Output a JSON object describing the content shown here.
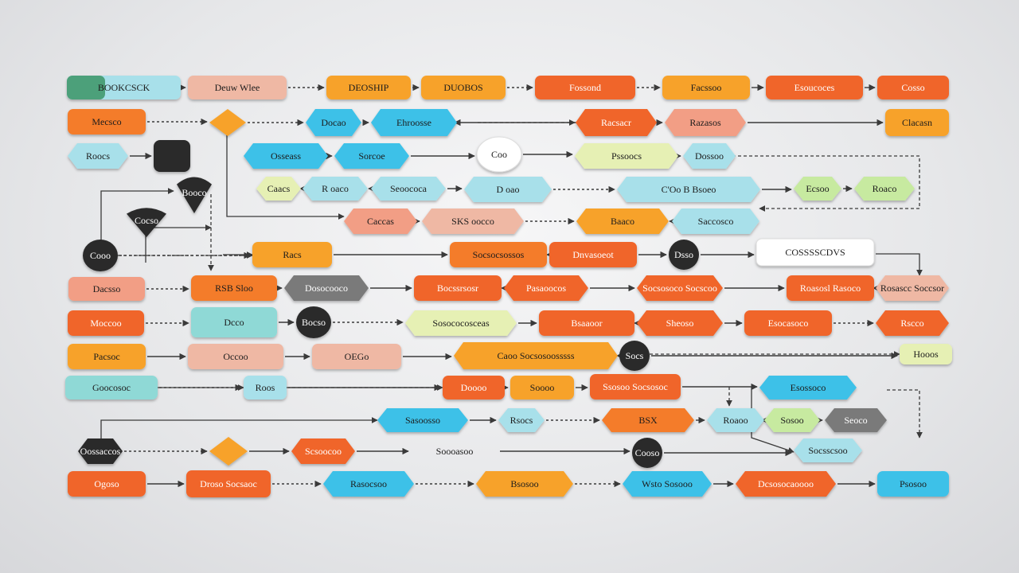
{
  "palette": {
    "orange": "#f47b2a",
    "red_orange": "#f0652c",
    "amber": "#f7a229",
    "cyan": "#3cc1e8",
    "light_cyan": "#a8e0ea",
    "teal": "#8fd9d6",
    "salmon": "#f29e85",
    "peach": "#efb8a4",
    "pale_yellow": "#e6f0b4",
    "lime": "#c7eaa0",
    "dark": "#2a2a2a",
    "gray": "#7a7a7a",
    "green": "#4ca07a",
    "white": "#ffffff",
    "edge": "#3a3a3a"
  },
  "nodes": [
    {
      "id": "n1",
      "label": "BOOKCSCK",
      "shape": "rect",
      "fill": "light_cyan"
    },
    {
      "id": "n2",
      "label": "Deuw Wlee",
      "shape": "rect",
      "fill": "peach"
    },
    {
      "id": "n3",
      "label": "DEOSHIP",
      "shape": "rect",
      "fill": "amber"
    },
    {
      "id": "n4",
      "label": "DUOBOS",
      "shape": "rect",
      "fill": "amber"
    },
    {
      "id": "n5",
      "label": "Fossond",
      "shape": "rect",
      "fill": "red_orange"
    },
    {
      "id": "n6",
      "label": "Facssoo",
      "shape": "rect",
      "fill": "amber"
    },
    {
      "id": "n7",
      "label": "Esoucoces",
      "shape": "rect",
      "fill": "red_orange"
    },
    {
      "id": "n8",
      "label": "Cosso",
      "shape": "rect",
      "fill": "red_orange"
    },
    {
      "id": "n9",
      "label": "Mecsco",
      "shape": "rect",
      "fill": "orange"
    },
    {
      "id": "n10",
      "label": "",
      "shape": "diamond",
      "fill": "amber"
    },
    {
      "id": "n11",
      "label": "Docao",
      "shape": "hex",
      "fill": "cyan"
    },
    {
      "id": "n12",
      "label": "Ehroosse",
      "shape": "hex",
      "fill": "cyan"
    },
    {
      "id": "n13",
      "label": "Racsacr",
      "shape": "hex",
      "fill": "red_orange"
    },
    {
      "id": "n14",
      "label": "Razasos",
      "shape": "hex",
      "fill": "salmon"
    },
    {
      "id": "n15",
      "label": "Clacasn",
      "shape": "rect",
      "fill": "amber"
    },
    {
      "id": "n16",
      "label": "Roocs",
      "shape": "hex",
      "fill": "light_cyan"
    },
    {
      "id": "n17",
      "label": "",
      "shape": "square",
      "fill": "dark"
    },
    {
      "id": "n18",
      "label": "Osseass",
      "shape": "hex",
      "fill": "cyan"
    },
    {
      "id": "n19",
      "label": "Sorcoe",
      "shape": "hex",
      "fill": "cyan"
    },
    {
      "id": "n20",
      "label": "Coo",
      "shape": "circle",
      "fill": "white"
    },
    {
      "id": "n21",
      "label": "Pssoocs",
      "shape": "hex",
      "fill": "pale_yellow"
    },
    {
      "id": "n22",
      "label": "Dossoo",
      "shape": "hex",
      "fill": "light_cyan"
    },
    {
      "id": "n23",
      "label": "Booco",
      "shape": "shield",
      "fill": "dark"
    },
    {
      "id": "n24",
      "label": "Caacs",
      "shape": "hex",
      "fill": "pale_yellow"
    },
    {
      "id": "n25",
      "label": "R oaco",
      "shape": "hex",
      "fill": "light_cyan"
    },
    {
      "id": "n26",
      "label": "Seoococa",
      "shape": "hex",
      "fill": "light_cyan"
    },
    {
      "id": "n27",
      "label": "D oao",
      "shape": "hex",
      "fill": "light_cyan"
    },
    {
      "id": "n28",
      "label": "C'Oo B Bsoeo",
      "shape": "hex",
      "fill": "light_cyan"
    },
    {
      "id": "n29",
      "label": "Ecsoo",
      "shape": "hex",
      "fill": "lime"
    },
    {
      "id": "n30",
      "label": "Roaco",
      "shape": "hex",
      "fill": "lime"
    },
    {
      "id": "n31",
      "label": "Cocso",
      "shape": "shield",
      "fill": "dark"
    },
    {
      "id": "n32",
      "label": "Caccas",
      "shape": "hex",
      "fill": "salmon"
    },
    {
      "id": "n33",
      "label": "SKS oocco",
      "shape": "hex",
      "fill": "peach"
    },
    {
      "id": "n34",
      "label": "Baaco",
      "shape": "hex",
      "fill": "amber"
    },
    {
      "id": "n35",
      "label": "Saccosco",
      "shape": "hex",
      "fill": "light_cyan"
    },
    {
      "id": "n36",
      "label": "Cooo",
      "shape": "circle",
      "fill": "dark"
    },
    {
      "id": "n37",
      "label": "Racs",
      "shape": "rect",
      "fill": "amber"
    },
    {
      "id": "n38",
      "label": "Socsocsossos",
      "shape": "rect",
      "fill": "orange"
    },
    {
      "id": "n39",
      "label": "Dnvasoeot",
      "shape": "rect",
      "fill": "red_orange"
    },
    {
      "id": "n40",
      "label": "Dsso",
      "shape": "circle",
      "fill": "dark"
    },
    {
      "id": "n41",
      "label": "COSSSSCDVS",
      "shape": "rect",
      "fill": "white"
    },
    {
      "id": "n42",
      "label": "Dacsso",
      "shape": "rect",
      "fill": "salmon"
    },
    {
      "id": "n43",
      "label": "RSB Sloo",
      "shape": "rect",
      "fill": "orange"
    },
    {
      "id": "n44",
      "label": "Dosocooco",
      "shape": "hex",
      "fill": "gray"
    },
    {
      "id": "n45",
      "label": "Bocssrsosr",
      "shape": "rect",
      "fill": "red_orange"
    },
    {
      "id": "n46",
      "label": "Pasaoocos",
      "shape": "hex",
      "fill": "red_orange"
    },
    {
      "id": "n47",
      "label": "Socsosoco Socscoo",
      "shape": "hex",
      "fill": "red_orange"
    },
    {
      "id": "n48",
      "label": "Roasosl Rasoco",
      "shape": "rect",
      "fill": "red_orange"
    },
    {
      "id": "n49",
      "label": "Rosascc Soccsor",
      "shape": "hex",
      "fill": "peach"
    },
    {
      "id": "n50",
      "label": "Moccoo",
      "shape": "rect",
      "fill": "red_orange"
    },
    {
      "id": "n51",
      "label": "Dcco",
      "shape": "rect",
      "fill": "teal"
    },
    {
      "id": "n52",
      "label": "Bocso",
      "shape": "circle",
      "fill": "dark"
    },
    {
      "id": "n53",
      "label": "Sosococosceas",
      "shape": "hex",
      "fill": "pale_yellow"
    },
    {
      "id": "n54",
      "label": "Bsaaoor",
      "shape": "rect",
      "fill": "red_orange"
    },
    {
      "id": "n55",
      "label": "Sheoso",
      "shape": "hex",
      "fill": "red_orange"
    },
    {
      "id": "n56",
      "label": "Esocasoco",
      "shape": "rect",
      "fill": "red_orange"
    },
    {
      "id": "n57",
      "label": "Rscco",
      "shape": "hex",
      "fill": "red_orange"
    },
    {
      "id": "n58",
      "label": "Pacsoc",
      "shape": "rect",
      "fill": "amber"
    },
    {
      "id": "n59",
      "label": "Occoo",
      "shape": "rect",
      "fill": "peach"
    },
    {
      "id": "n60",
      "label": "OEGo",
      "shape": "rect",
      "fill": "peach"
    },
    {
      "id": "n61",
      "label": "Caoo Socsosoosssss",
      "shape": "hex",
      "fill": "amber"
    },
    {
      "id": "n62",
      "label": "Socs",
      "shape": "circle",
      "fill": "dark"
    },
    {
      "id": "n63",
      "label": "Hooos",
      "shape": "rect",
      "fill": "pale_yellow"
    },
    {
      "id": "n64",
      "label": "Goocosoc",
      "shape": "rect",
      "fill": "teal"
    },
    {
      "id": "n65",
      "label": "Roos",
      "shape": "rect",
      "fill": "light_cyan"
    },
    {
      "id": "n66",
      "label": "Doooo",
      "shape": "rect",
      "fill": "red_orange"
    },
    {
      "id": "n67",
      "label": "Soooo",
      "shape": "rect",
      "fill": "amber"
    },
    {
      "id": "n68",
      "label": "Ssosoo Socsosoc",
      "shape": "rect",
      "fill": "red_orange"
    },
    {
      "id": "n69",
      "label": "Esossoco",
      "shape": "hex",
      "fill": "cyan"
    },
    {
      "id": "n70",
      "label": "Sasoosso",
      "shape": "hex",
      "fill": "cyan"
    },
    {
      "id": "n71",
      "label": "Rsocs",
      "shape": "hex",
      "fill": "light_cyan"
    },
    {
      "id": "n72",
      "label": "BSX",
      "shape": "hex",
      "fill": "orange"
    },
    {
      "id": "n73",
      "label": "Roaoo",
      "shape": "hex",
      "fill": "light_cyan"
    },
    {
      "id": "n74",
      "label": "Sosoo",
      "shape": "hex",
      "fill": "lime"
    },
    {
      "id": "n75",
      "label": "Seoco",
      "shape": "hex",
      "fill": "gray"
    },
    {
      "id": "n76",
      "label": "Oossaccos",
      "shape": "hex",
      "fill": "dark"
    },
    {
      "id": "n77",
      "label": "",
      "shape": "diamond",
      "fill": "amber"
    },
    {
      "id": "n78",
      "label": "Scsoocoo",
      "shape": "hex",
      "fill": "red_orange"
    },
    {
      "id": "n79",
      "label": "Soooasoo",
      "shape": "text",
      "fill": "none"
    },
    {
      "id": "n80",
      "label": "Cooso",
      "shape": "circle",
      "fill": "dark"
    },
    {
      "id": "n81",
      "label": "Socsscsoo",
      "shape": "hex",
      "fill": "light_cyan"
    },
    {
      "id": "n82",
      "label": "Ogoso",
      "shape": "rect",
      "fill": "red_orange"
    },
    {
      "id": "n83",
      "label": "Droso Socsaoc",
      "shape": "rect",
      "fill": "red_orange"
    },
    {
      "id": "n84",
      "label": "Rasocsoo",
      "shape": "hex",
      "fill": "cyan"
    },
    {
      "id": "n85",
      "label": "Bsosoo",
      "shape": "hex",
      "fill": "amber"
    },
    {
      "id": "n86",
      "label": "Wsto Sosooo",
      "shape": "hex",
      "fill": "cyan"
    },
    {
      "id": "n87",
      "label": "Dcsosocaoooo",
      "shape": "hex",
      "fill": "red_orange"
    },
    {
      "id": "n88",
      "label": "Psosoo",
      "shape": "rect",
      "fill": "cyan"
    }
  ],
  "edges": [
    {
      "from": "n1",
      "to": "n2",
      "style": "solid"
    },
    {
      "from": "n2",
      "to": "n3",
      "style": "dashed"
    },
    {
      "from": "n3",
      "to": "n4",
      "style": "solid"
    },
    {
      "from": "n4",
      "to": "n5",
      "style": "dashed"
    },
    {
      "from": "n5",
      "to": "n6",
      "style": "dashed"
    },
    {
      "from": "n6",
      "to": "n7",
      "style": "solid"
    },
    {
      "from": "n7",
      "to": "n8",
      "style": "solid"
    },
    {
      "from": "n9",
      "to": "n10",
      "style": "dashed"
    },
    {
      "from": "n10",
      "to": "n11",
      "style": "dashed"
    },
    {
      "from": "n11",
      "to": "n12",
      "style": "solid"
    },
    {
      "from": "n13",
      "to": "n12",
      "style": "solid"
    },
    {
      "from": "n13",
      "to": "n14",
      "style": "solid"
    },
    {
      "from": "n14",
      "to": "n15",
      "style": "solid"
    },
    {
      "from": "n16",
      "to": "n17",
      "style": "solid"
    },
    {
      "from": "n18",
      "to": "n19",
      "style": "solid"
    },
    {
      "from": "n19",
      "to": "n20",
      "style": "solid"
    },
    {
      "from": "n20",
      "to": "n21",
      "style": "solid"
    },
    {
      "from": "n21",
      "to": "n22",
      "style": "solid"
    },
    {
      "from": "n24",
      "to": "n25",
      "style": "solid"
    },
    {
      "from": "n25",
      "to": "n26",
      "style": "dashed"
    },
    {
      "from": "n26",
      "to": "n27",
      "style": "solid"
    },
    {
      "from": "n27",
      "to": "n28",
      "style": "dashed"
    },
    {
      "from": "n28",
      "to": "n29",
      "style": "solid"
    },
    {
      "from": "n29",
      "to": "n30",
      "style": "solid"
    },
    {
      "from": "n32",
      "to": "n33",
      "style": "solid"
    },
    {
      "from": "n33",
      "to": "n34",
      "style": "dashed"
    },
    {
      "from": "n34",
      "to": "n35",
      "style": "solid"
    },
    {
      "from": "n36",
      "to": "n37",
      "style": "dashed"
    },
    {
      "from": "n37",
      "to": "n38",
      "style": "solid"
    },
    {
      "from": "n38",
      "to": "n39",
      "style": "solid"
    },
    {
      "from": "n39",
      "to": "n40",
      "style": "solid"
    },
    {
      "from": "n40",
      "to": "n41",
      "style": "solid"
    },
    {
      "from": "n42",
      "to": "n43",
      "style": "dashed"
    },
    {
      "from": "n43",
      "to": "n44",
      "style": "solid"
    },
    {
      "from": "n44",
      "to": "n45",
      "style": "solid"
    },
    {
      "from": "n45",
      "to": "n46",
      "style": "solid"
    },
    {
      "from": "n46",
      "to": "n47",
      "style": "solid"
    },
    {
      "from": "n47",
      "to": "n48",
      "style": "solid"
    },
    {
      "from": "n48",
      "to": "n49",
      "style": "solid"
    },
    {
      "from": "n50",
      "to": "n51",
      "style": "dashed"
    },
    {
      "from": "n51",
      "to": "n52",
      "style": "solid"
    },
    {
      "from": "n52",
      "to": "n53",
      "style": "dashed"
    },
    {
      "from": "n53",
      "to": "n54",
      "style": "solid"
    },
    {
      "from": "n54",
      "to": "n55",
      "style": "solid"
    },
    {
      "from": "n55",
      "to": "n56",
      "style": "solid"
    },
    {
      "from": "n56",
      "to": "n57",
      "style": "dashed"
    },
    {
      "from": "n58",
      "to": "n59",
      "style": "solid"
    },
    {
      "from": "n59",
      "to": "n60",
      "style": "solid"
    },
    {
      "from": "n60",
      "to": "n61",
      "style": "solid"
    },
    {
      "from": "n61",
      "to": "n62",
      "style": "solid"
    },
    {
      "from": "n62",
      "to": "n63",
      "style": "solid"
    },
    {
      "from": "n64",
      "to": "n65",
      "style": "dashed"
    },
    {
      "from": "n65",
      "to": "n66",
      "style": "solid"
    },
    {
      "from": "n66",
      "to": "n67",
      "style": "solid"
    },
    {
      "from": "n67",
      "to": "n68",
      "style": "solid"
    },
    {
      "from": "n68",
      "to": "n69",
      "style": "solid"
    },
    {
      "from": "n70",
      "to": "n71",
      "style": "solid"
    },
    {
      "from": "n71",
      "to": "n72",
      "style": "dashed"
    },
    {
      "from": "n72",
      "to": "n73",
      "style": "solid"
    },
    {
      "from": "n73",
      "to": "n74",
      "style": "solid"
    },
    {
      "from": "n74",
      "to": "n75",
      "style": "solid"
    },
    {
      "from": "n76",
      "to": "n77",
      "style": "dashed"
    },
    {
      "from": "n77",
      "to": "n78",
      "style": "solid"
    },
    {
      "from": "n78",
      "to": "n79",
      "style": "solid"
    },
    {
      "from": "n79",
      "to": "n80",
      "style": "solid"
    },
    {
      "from": "n80",
      "to": "n81",
      "style": "solid"
    },
    {
      "from": "n82",
      "to": "n83",
      "style": "solid"
    },
    {
      "from": "n83",
      "to": "n84",
      "style": "dashed"
    },
    {
      "from": "n84",
      "to": "n85",
      "style": "dashed"
    },
    {
      "from": "n85",
      "to": "n86",
      "style": "dashed"
    },
    {
      "from": "n86",
      "to": "n87",
      "style": "solid"
    },
    {
      "from": "n87",
      "to": "n88",
      "style": "solid"
    }
  ]
}
